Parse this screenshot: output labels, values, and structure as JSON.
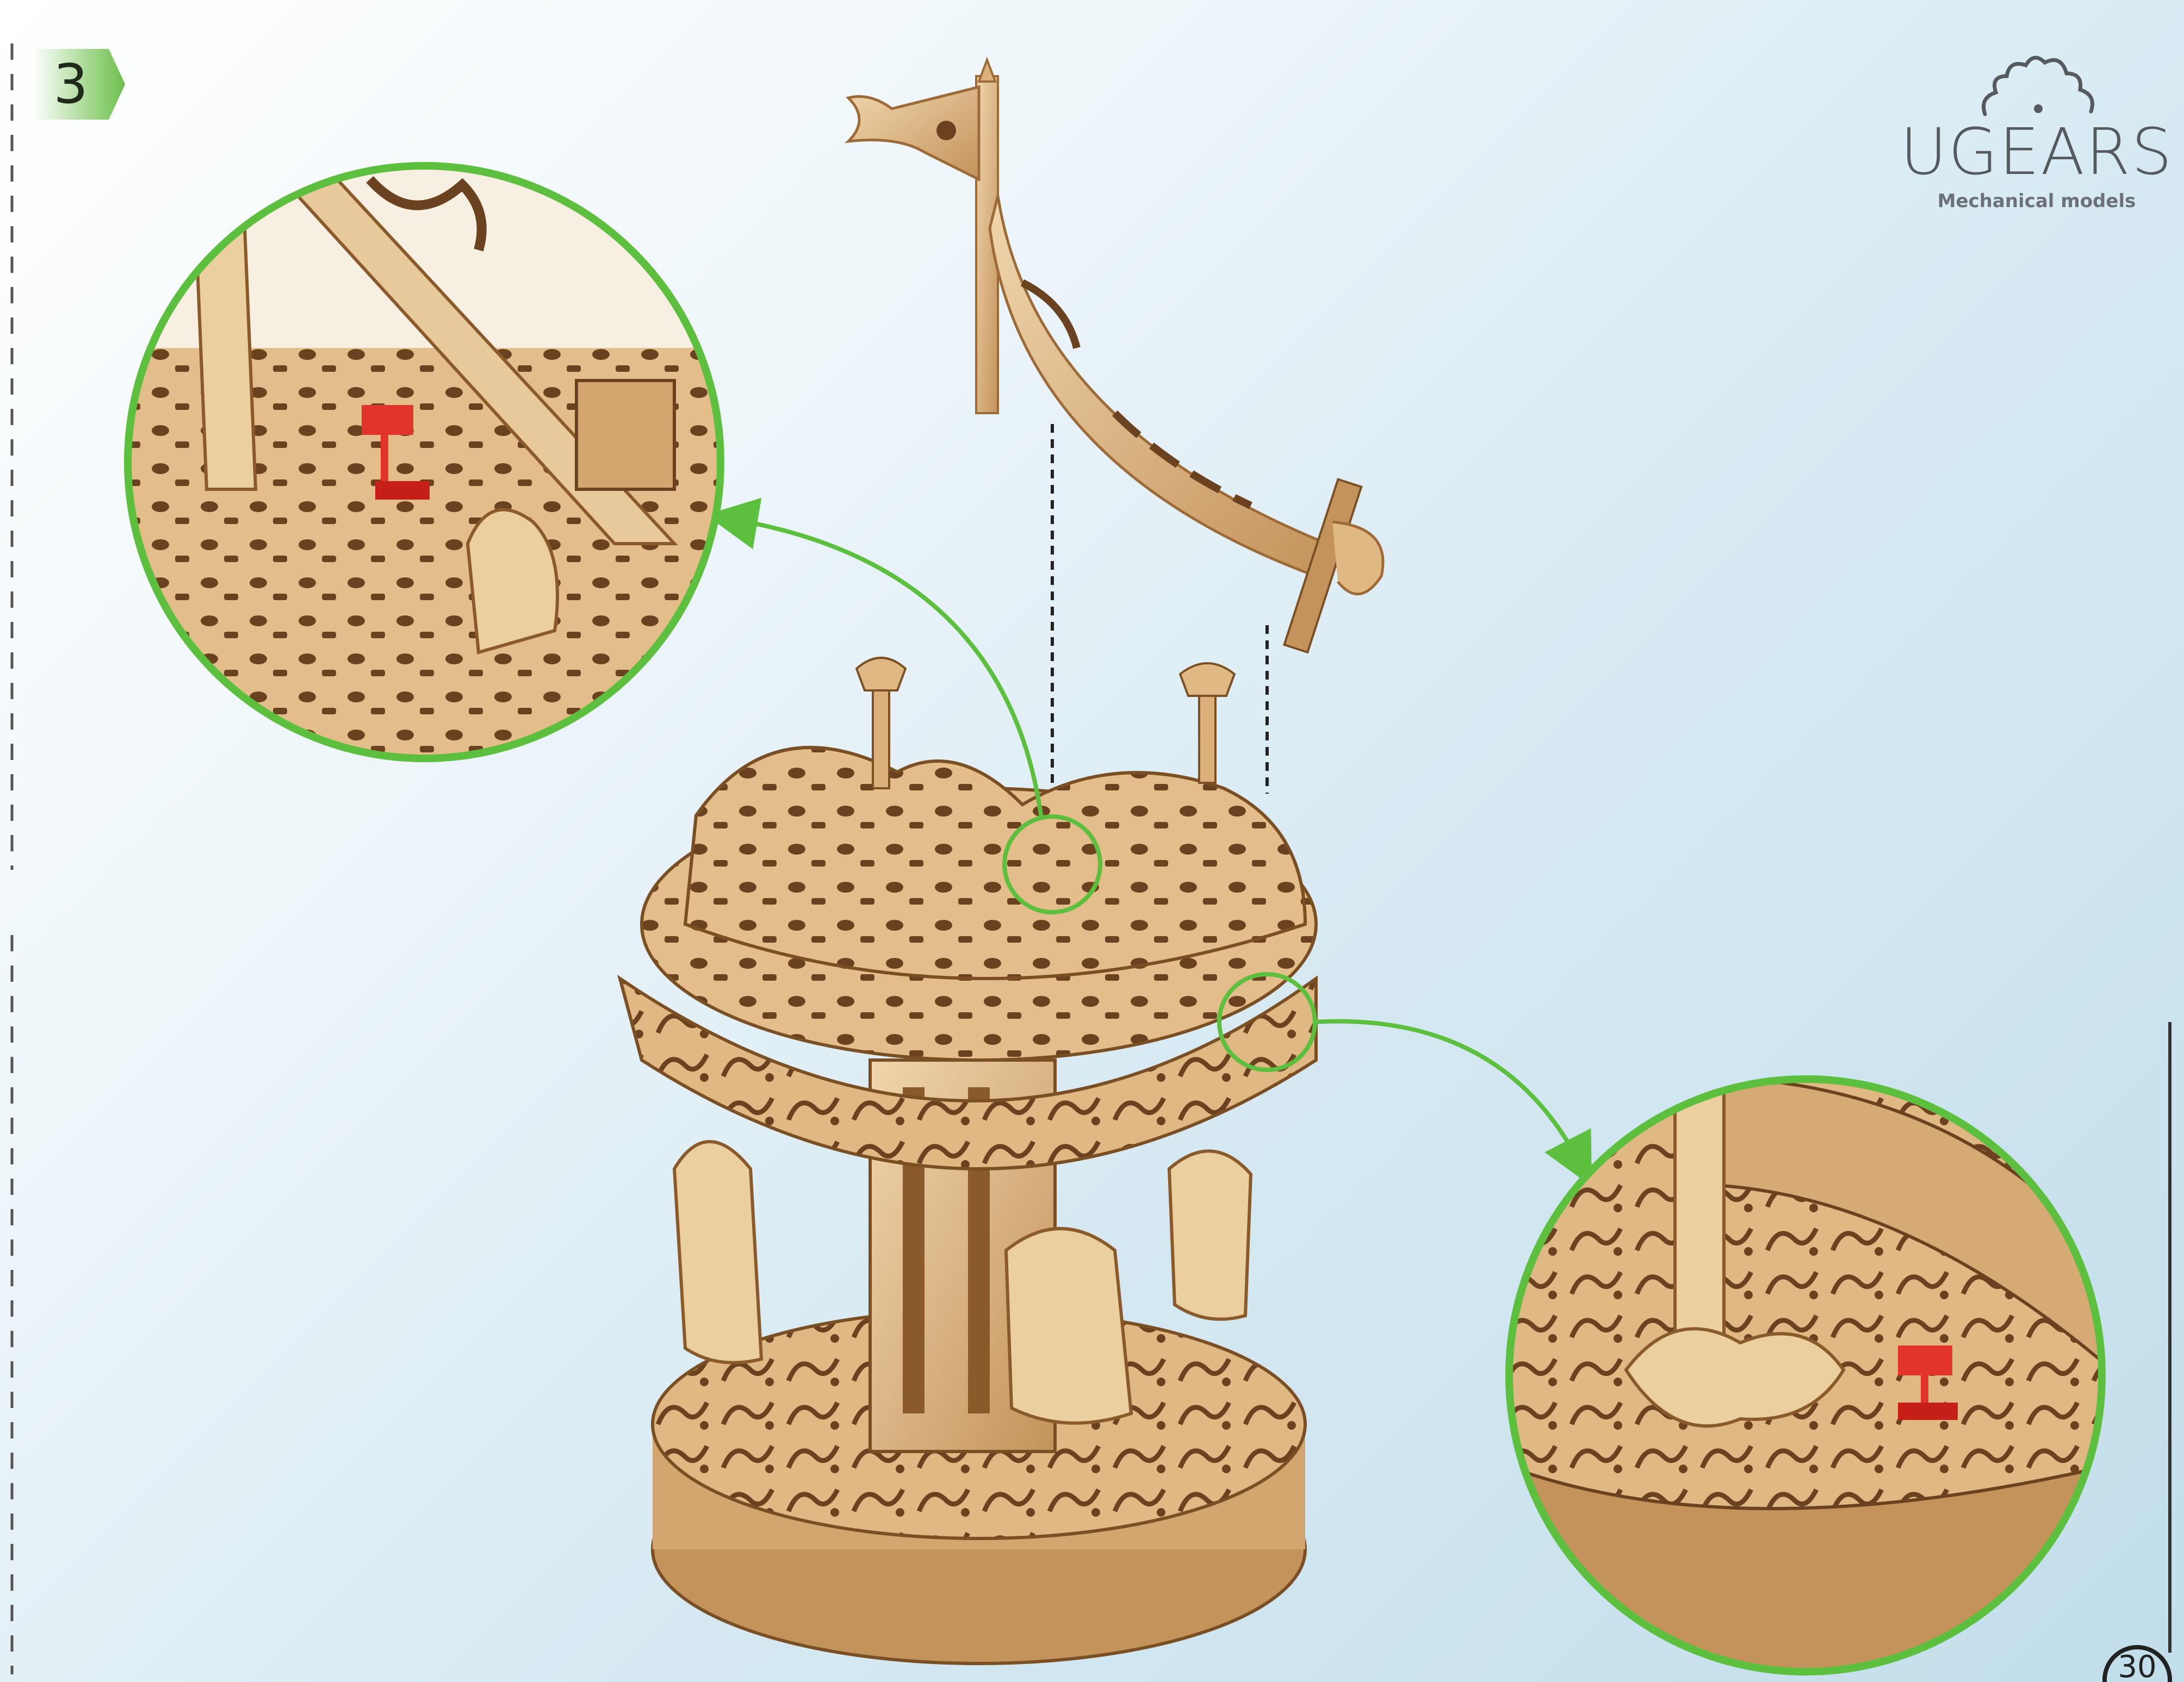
{
  "step": {
    "number": "3",
    "badge_color": "#6cbf4a"
  },
  "brand": {
    "name": "UGEARS",
    "tagline": "Mechanical models",
    "logo_icon": "gear-outline-icon"
  },
  "page": {
    "number": "30"
  },
  "callouts": [
    {
      "name": "detail-top-left",
      "accent_color": "#5cbf3e"
    },
    {
      "name": "detail-bottom-right",
      "accent_color": "#5cbf3e"
    }
  ],
  "colors": {
    "wood_light": "#e7c99b",
    "wood_mid": "#d2a66e",
    "wood_dark": "#8a5a2b",
    "highlight_red": "#e2342a",
    "callout_green": "#5cbf3e"
  }
}
